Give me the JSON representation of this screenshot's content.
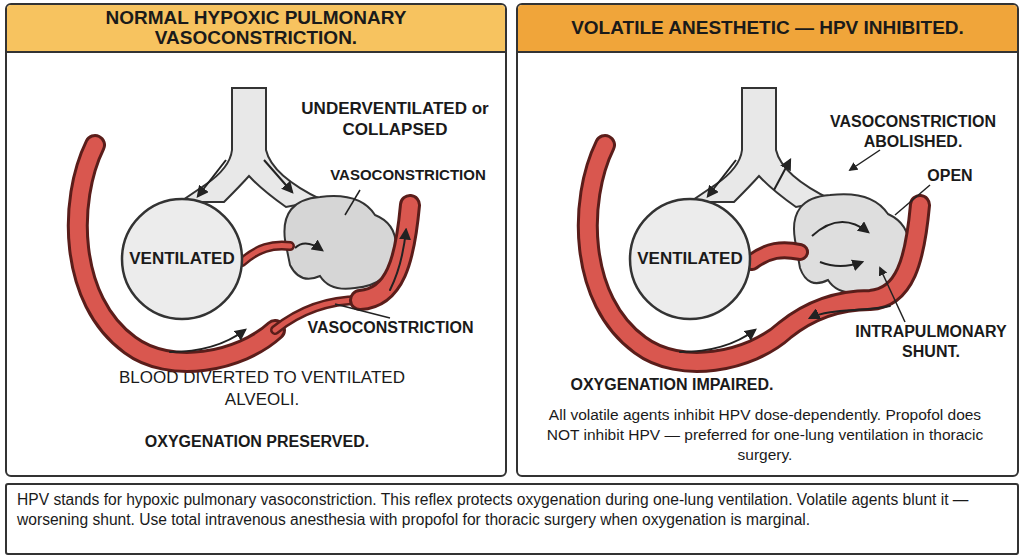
{
  "diagram": {
    "nodes": [
      {
        "text": [
          "NORMAL HYPOXIC PULMONARY VASOCONSTRICTION.",
          "BLOOD DIVERTED TO VENTILATED ALVEOLI.",
          "OXYGENATION PRESERVED."
        ]
      },
      {
        "text": [
          "VENTILATED"
        ],
        "in": 0
      },
      {
        "text": [
          "VOLATILE ANESTHETIC — HPV INHIBITED.",
          "OXYGENATION IMPAIRED.",
          "All volatile agents inhibit HPV dose-dependently. Propofol does NOT inhibit HPV — preferred for one-lung ventilation in thoracic surgery."
        ]
      },
      {
        "text": [
          "VENTILATED"
        ],
        "in": 2
      },
      {
        "text": [
          "HPV stands for hypoxic pulmonary vasoconstriction. This reflex protects oxygenation during one-lung ventilation. Volatile agents blunt it — worsening shunt. Use total intravenous anesthesia with propofol for thoracic surgery when oxygenation is marginal."
        ]
      }
    ],
    "labels": [
      "UNDERVENTILATED or COLLAPSED",
      "VASOCONSTRICTION",
      "VASOCONSTRICTION",
      "VASOCONSTRICTION ABOLISHED.",
      "OPEN",
      "INTRAPULMONARY SHUNT."
    ]
  }
}
